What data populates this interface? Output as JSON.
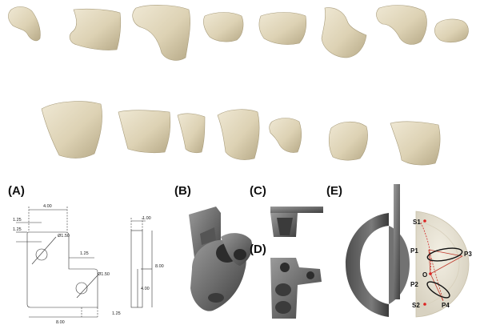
{
  "figure": {
    "panels": {
      "a": {
        "label": "(A)",
        "dims": {
          "top_width": "4.00",
          "top_offset_1": "1.25",
          "top_offset_2": "1.25",
          "hole_dia_1": "Ø1.50",
          "inner_offset": "1.25",
          "hole_dia_2": "Ø1.50",
          "bottom_width": "8.00",
          "bottom_offset": "1.25",
          "side_thickness": "1.00",
          "side_height": "8.00",
          "side_mid": "4.00"
        }
      },
      "b": {
        "label": "(B)"
      },
      "c": {
        "label": "(C)"
      },
      "d": {
        "label": "(D)"
      },
      "e": {
        "label": "(E)",
        "points": {
          "s1": "S1",
          "p1": "P1",
          "p3": "P3",
          "o": "O",
          "p2": "P2",
          "s2": "S2",
          "p4": "P4"
        }
      }
    }
  }
}
